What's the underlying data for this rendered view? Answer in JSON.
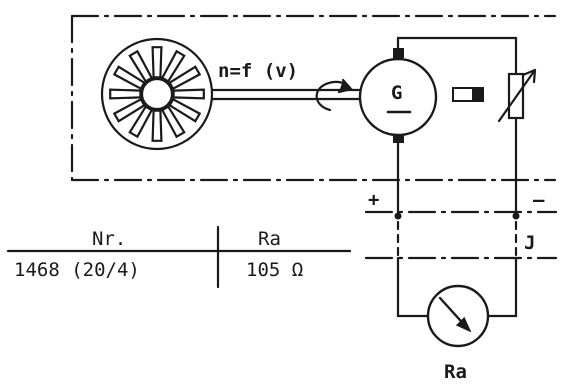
{
  "formula": "n=f (v)",
  "generator_label": "G",
  "polarity": {
    "plus": "+",
    "minus": "–"
  },
  "terminal_label": "J",
  "meter_label": "Ra",
  "table": {
    "headers": [
      "Nr.",
      "Ra"
    ],
    "rows": [
      [
        "1468 (20/4)",
        "105 Ω"
      ]
    ]
  },
  "icons": [
    "fan-wheel-icon",
    "rotation-arrow-icon",
    "generator-icon",
    "variable-resistor-icon",
    "switch-icon",
    "meter-icon"
  ],
  "colors": {
    "ink": "#1a1a1a",
    "background": "#ffffff"
  }
}
